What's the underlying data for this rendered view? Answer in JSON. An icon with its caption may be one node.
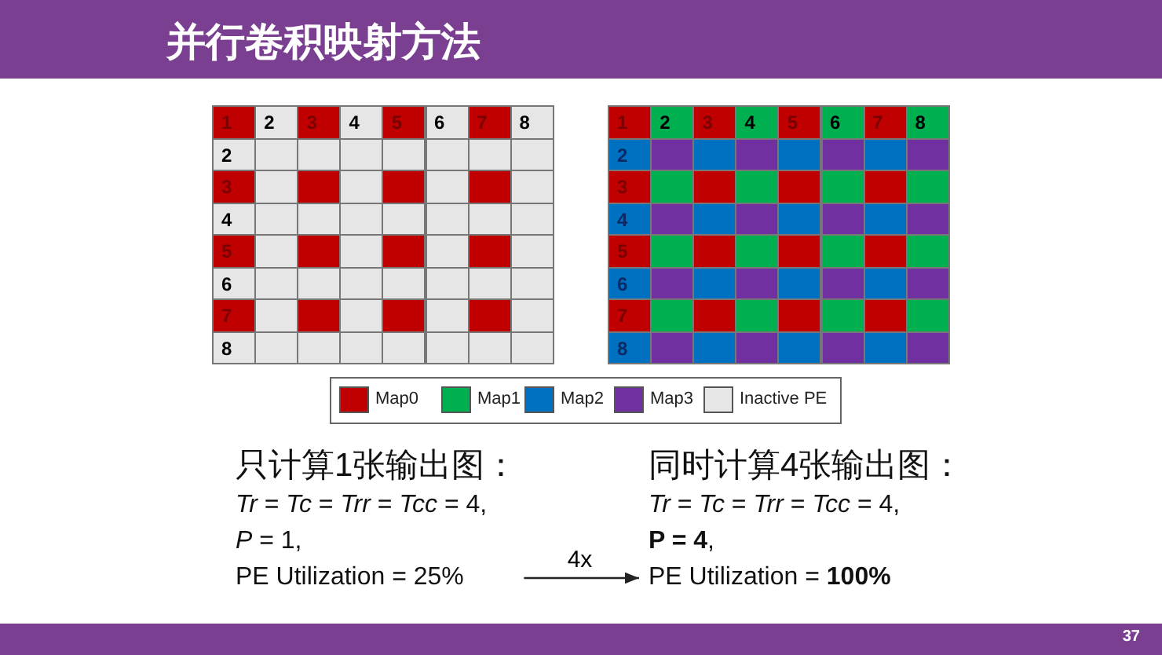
{
  "diagram": {
    "title": "并行卷积映射方法",
    "nodes": [
      {
        "text": [
          "只计算1张输出图：",
          "*Tr* = *Tc* = *Trr* = *Tcc* = 4,",
          "*P* = 1,",
          "PE Utilization = 25%"
        ]
      },
      {
        "text": [
          "同时计算4张输出图：",
          "*Tr* = *Tc* = *Trr* = *Tcc* = 4,",
          "**P = 4**,",
          "PE Utilization = **100%**"
        ]
      }
    ],
    "edges": [
      {
        "from": 0,
        "to": 1,
        "arrow": "to",
        "label": "4x"
      }
    ],
    "labels": [
      "1",
      "2",
      "3",
      "4",
      "5",
      "6",
      "7",
      "8",
      "2",
      "3",
      "4",
      "5",
      "6",
      "7",
      "8",
      "1",
      "2",
      "3",
      "4",
      "5",
      "6",
      "7",
      "8",
      "2",
      "3",
      "4",
      "5",
      "6",
      "7",
      "8",
      "37"
    ],
    "legend": [
      {
        "text": "Map0",
        "color": "#c00000"
      },
      {
        "text": "Map1",
        "color": "#00b050"
      },
      {
        "text": "Map2",
        "color": "#0070c0"
      },
      {
        "text": "Map3",
        "color": "#7030a0"
      },
      {
        "text": "Inactive PE",
        "color": "#e6e6e6"
      }
    ]
  }
}
